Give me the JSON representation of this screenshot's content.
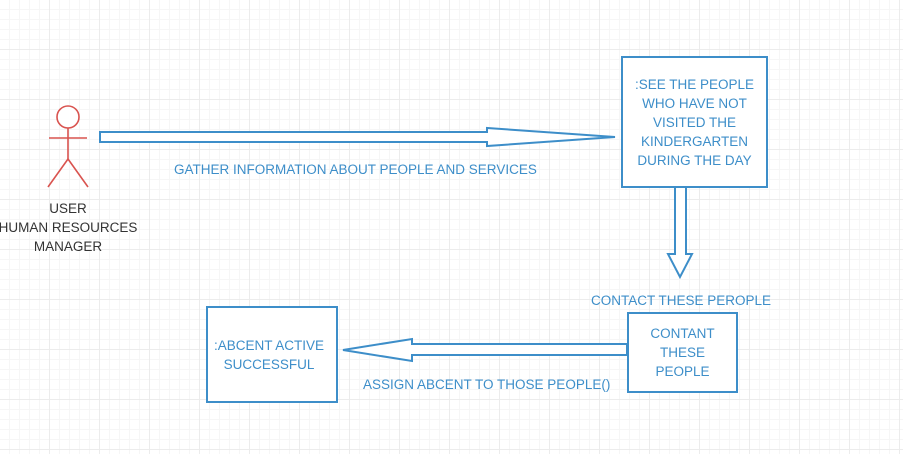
{
  "colors": {
    "diagram_blue": "#3d8ec9",
    "actor_red": "#d9534f",
    "actor_text": "#333333"
  },
  "actor": {
    "icon": "stick-figure-icon",
    "lines": [
      "USER",
      "HUMAN RESOURCES",
      "MANAGER"
    ]
  },
  "boxes": {
    "see_people": {
      "lines": [
        ":SEE THE PEOPLE",
        "WHO HAVE NOT",
        "VISITED THE",
        "KINDERGARTEN",
        "DURING THE DAY"
      ]
    },
    "contant": {
      "lines": [
        "CONTANT",
        "THESE",
        "PEOPLE"
      ]
    },
    "abcent": {
      "lines": [
        ":ABCENT ACTIVE",
        "SUCCESSFUL"
      ]
    }
  },
  "arrows": {
    "gather": {
      "label": "GATHER INFORMATION ABOUT PEOPLE AND SERVICES"
    },
    "contact": {
      "label": "CONTACT THESE PEROPLE"
    },
    "assign": {
      "label": "ASSIGN ABCENT TO THOSE PEOPLE()"
    }
  }
}
